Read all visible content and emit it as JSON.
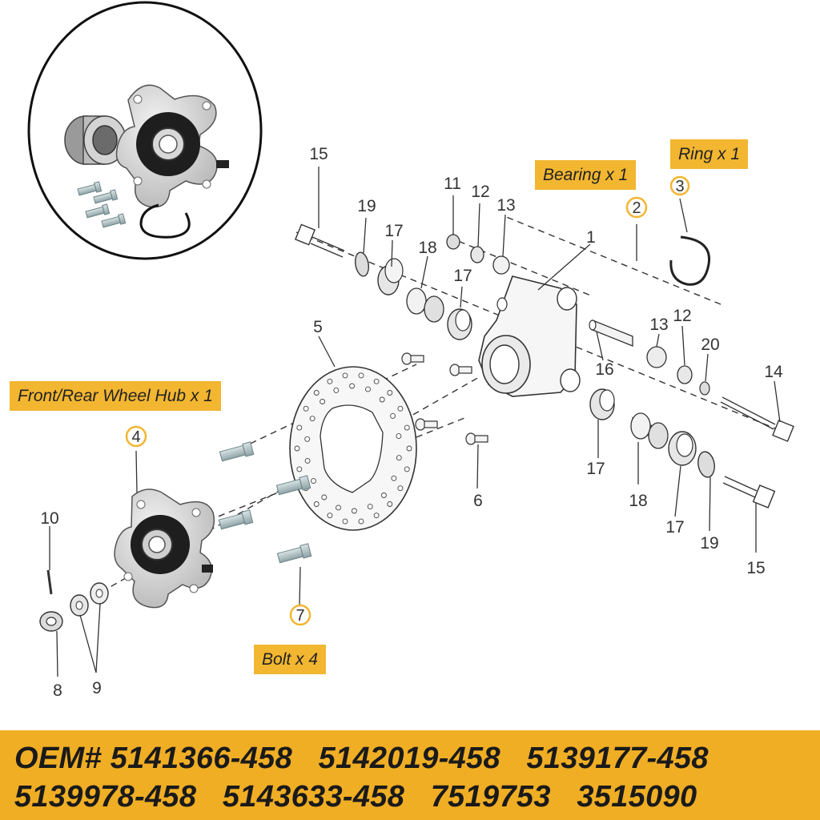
{
  "labels": {
    "bearing": "Bearing x 1",
    "ring": "Ring x 1",
    "hub": "Front/Rear Wheel Hub x 1",
    "bolt": "Bolt x 4"
  },
  "callouts": {
    "c1": "1",
    "c2": "2",
    "c3": "3",
    "c4": "4",
    "c5": "5",
    "c6": "6",
    "c7": "7",
    "c8": "8",
    "c9": "9",
    "c10": "10",
    "c11": "11",
    "c12a": "12",
    "c12b": "12",
    "c13a": "13",
    "c13b": "13",
    "c14": "14",
    "c15a": "15",
    "c15b": "15",
    "c16": "16",
    "c17a": "17",
    "c17b": "17",
    "c17c": "17",
    "c17d": "17",
    "c18a": "18",
    "c18b": "18",
    "c19a": "19",
    "c19b": "19",
    "c20": "20"
  },
  "oem": {
    "line1": "OEM# 5141366-458   5142019-458   5139177-458",
    "line2": "5139978-458   5143633-458   7519753   3515090"
  },
  "colors": {
    "accent": "#f2b631",
    "banner": "#f0ae25",
    "outline": "#333333"
  }
}
